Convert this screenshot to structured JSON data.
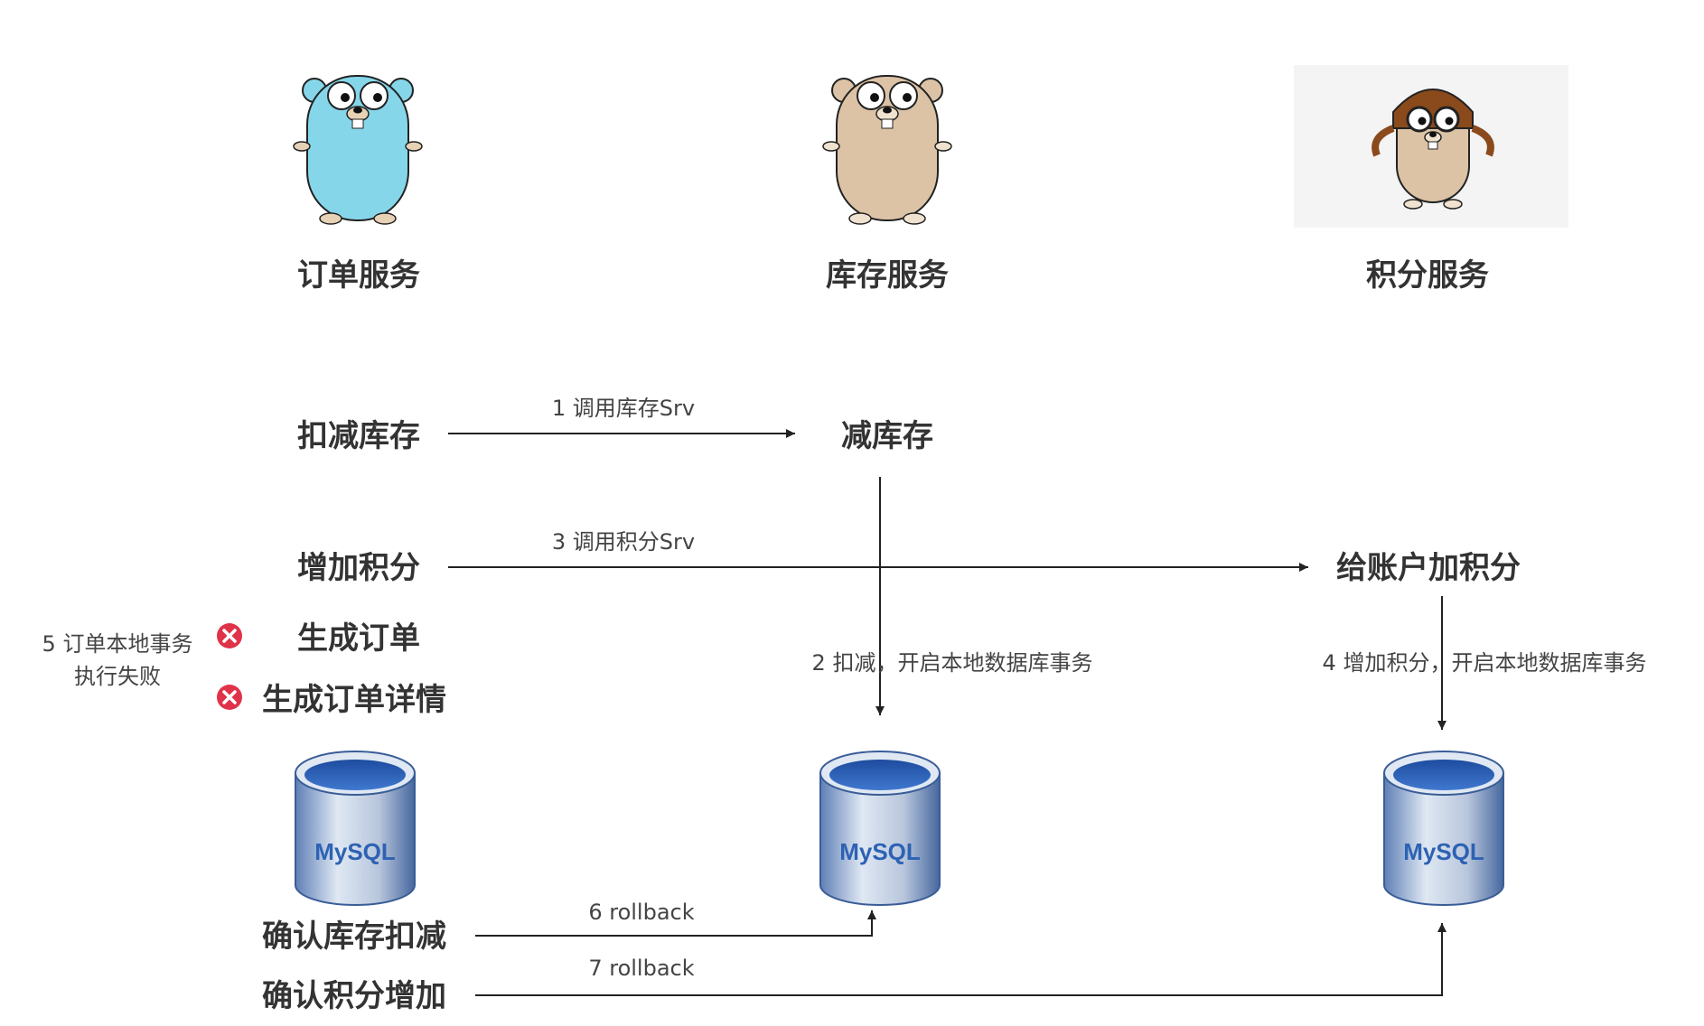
{
  "services": {
    "order": "订单服务",
    "inventory": "库存服务",
    "points": "积分服务"
  },
  "order_ops": {
    "deduct": "扣减库存",
    "add_points": "增加积分",
    "create_order": "生成订单",
    "create_detail": "生成订单详情",
    "confirm_inventory": "确认库存扣减",
    "confirm_points": "确认积分增加"
  },
  "inventory_op": "减库存",
  "points_op": "给账户加积分",
  "steps": {
    "s1": "1 调用库存Srv",
    "s2": "2 扣减，开启本地数据库事务",
    "s3": "3 调用积分Srv",
    "s4": "4 增加积分，开启本地数据库事务",
    "s5_line1": "5 订单本地事务",
    "s5_line2": "执行失败",
    "s6": "6 rollback",
    "s7": "7 rollback"
  },
  "db_label": "MySQL",
  "colors": {
    "gopher_blue": "#86d6ea",
    "gopher_tan": "#dcc3a5",
    "error_red": "#e0334a",
    "db_blue": "#2d62b3"
  }
}
